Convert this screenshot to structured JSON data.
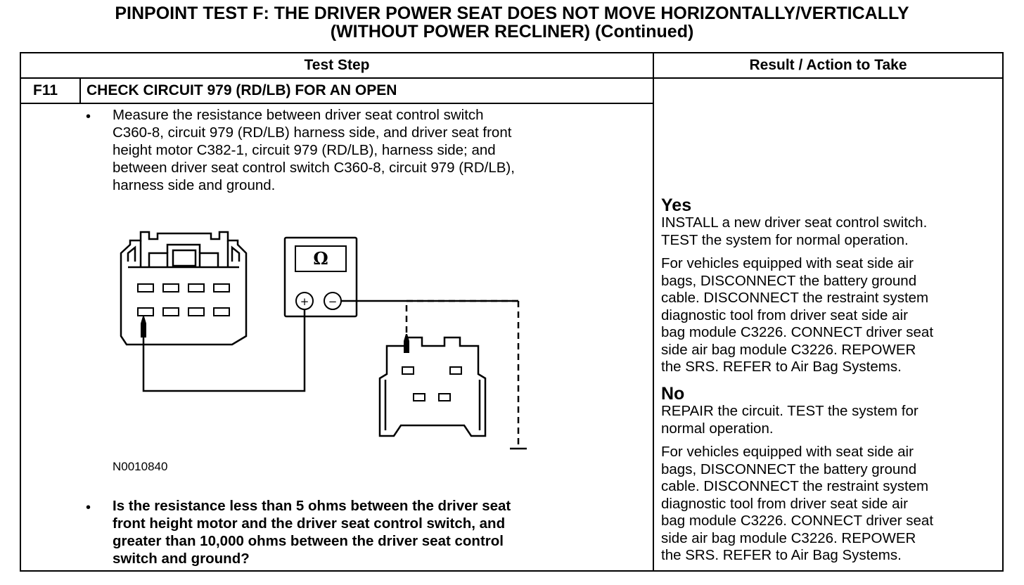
{
  "page": {
    "title_line1": "PINPOINT TEST  F: THE DRIVER POWER SEAT DOES NOT MOVE HORIZONTALLY/VERTICALLY",
    "title_line2": "(WITHOUT POWER RECLINER) (Continued)"
  },
  "table": {
    "headers": {
      "test_step": "Test Step",
      "result": "Result / Action to Take"
    },
    "step": {
      "id": "F11",
      "title": "CHECK CIRCUIT 979 (RD/LB) FOR AN OPEN",
      "bullet_symbol": "•",
      "instruction_lines": [
        "Measure the resistance between driver seat control switch",
        "C360-8, circuit 979 (RD/LB) harness side, and driver seat front",
        "height motor C382-1, circuit 979 (RD/LB), harness side; and",
        "between driver seat control switch C360-8, circuit 979 (RD/LB),",
        "harness side and ground."
      ],
      "figure_id": "N0010840",
      "question_lines": [
        "Is the resistance less than 5 ohms between the driver seat",
        "front height motor and the driver seat control switch, and",
        "greater than 10,000 ohms between the driver seat control",
        "switch and ground?"
      ]
    },
    "results": {
      "yes": {
        "label": "Yes",
        "action_lines": [
          "INSTALL a new driver seat control switch.",
          "TEST the system for normal operation."
        ],
        "note_lines": [
          "For vehicles equipped with seat side air",
          "bags, DISCONNECT the battery ground",
          "cable. DISCONNECT the restraint system",
          "diagnostic tool from driver seat side air",
          "bag module C3226. CONNECT driver seat",
          "side air bag module C3226. REPOWER",
          "the SRS.  REFER to Air Bag Systems."
        ]
      },
      "no": {
        "label": "No",
        "action_lines": [
          "REPAIR the circuit. TEST the system for",
          "normal operation."
        ],
        "note_lines": [
          "For vehicles equipped with seat side air",
          "bags, DISCONNECT the battery ground",
          "cable. DISCONNECT the restraint system",
          "diagnostic tool from driver seat side air",
          "bag module C3226. CONNECT driver seat",
          "side air bag module C3226. REPOWER",
          "the SRS.  REFER to Air Bag Systems."
        ]
      }
    }
  },
  "meter": {
    "symbol": "Ω",
    "plus": "+",
    "minus": "−"
  }
}
